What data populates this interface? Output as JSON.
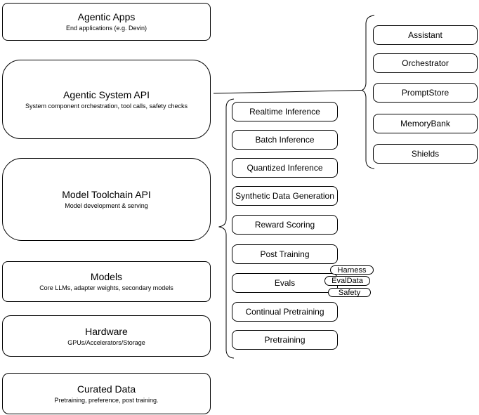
{
  "diagram": {
    "stack": [
      {
        "title": "Agentic Apps",
        "subtitle": "End applications (e.g. Devin)"
      },
      {
        "title": "Agentic System API",
        "subtitle": "System component orchestration, tool calls, safety checks"
      },
      {
        "title": "Model Toolchain API",
        "subtitle": "Model development & serving"
      },
      {
        "title": "Models",
        "subtitle": "Core LLMs, adapter weights, secondary models"
      },
      {
        "title": "Hardware",
        "subtitle": "GPUs/Accelerators/Storage"
      },
      {
        "title": "Curated Data",
        "subtitle": "Pretraining, preference, post training."
      }
    ],
    "toolchain_components": [
      "Realtime Inference",
      "Batch Inference",
      "Quantized Inference",
      "Synthetic Data Generation",
      "Reward Scoring",
      "Post Training",
      "Evals",
      "Continual Pretraining",
      "Pretraining"
    ],
    "eval_tags": [
      "Harness",
      "EvalData",
      "Safety"
    ],
    "system_components": [
      "Assistant",
      "Orchestrator",
      "PromptStore",
      "MemoryBank",
      "Shields"
    ],
    "colors": {
      "stroke": "#000000",
      "fill": "#ffffff",
      "text": "#000000",
      "canvas": "#ffffff"
    }
  }
}
